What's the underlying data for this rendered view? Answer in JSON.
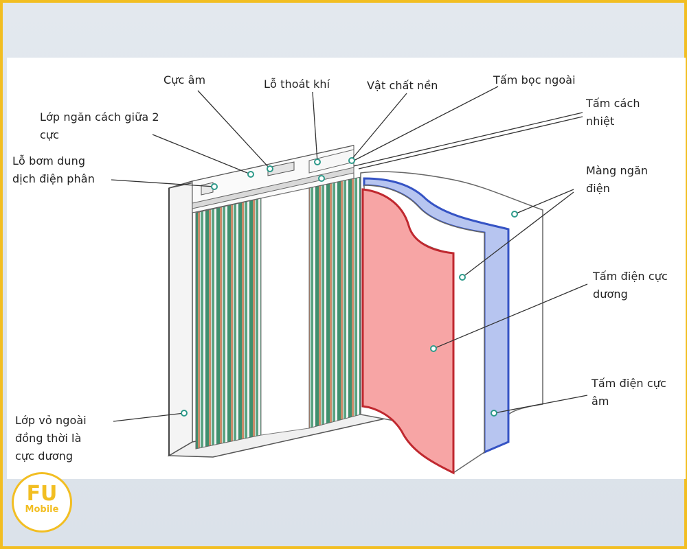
{
  "labels": {
    "cuc_am": "Cực âm",
    "lo_thoat_khi": "Lỗ thoát khí",
    "vat_chat_nen": "Vật chất nền",
    "tam_boc_ngoai": "Tấm  bọc ngoài",
    "tam_cach_nhiet": "Tấm cách\nnhiệt",
    "lop_ngan_cach": "Lớp ngăn cách giữa 2\ncực",
    "lo_bom_dung_dich": "Lỗ bơm dung\ndịch điện phân",
    "mang_ngan_dien": "Màng ngăn\nđiện",
    "tam_dien_cuc_duong": "Tấm điện cực\ndương",
    "tam_dien_cuc_am": "Tấm điện cực\nâm",
    "lop_vo_ngoai": "Lớp vỏ ngoài\nđồng thời là\ncực dương"
  },
  "logo": {
    "text": "FU",
    "subtext": "Mobile"
  },
  "colors": {
    "frame_border": "#f2be22",
    "positive_electrode": "#f7a5a5",
    "positive_edge": "#c0282f",
    "negative_electrode": "#b7c5f0",
    "negative_edge": "#3553c4",
    "separator_green": "#3f8f6d",
    "copper_foil": "#c98b6a",
    "leader_dot": "#2e9a8a"
  }
}
